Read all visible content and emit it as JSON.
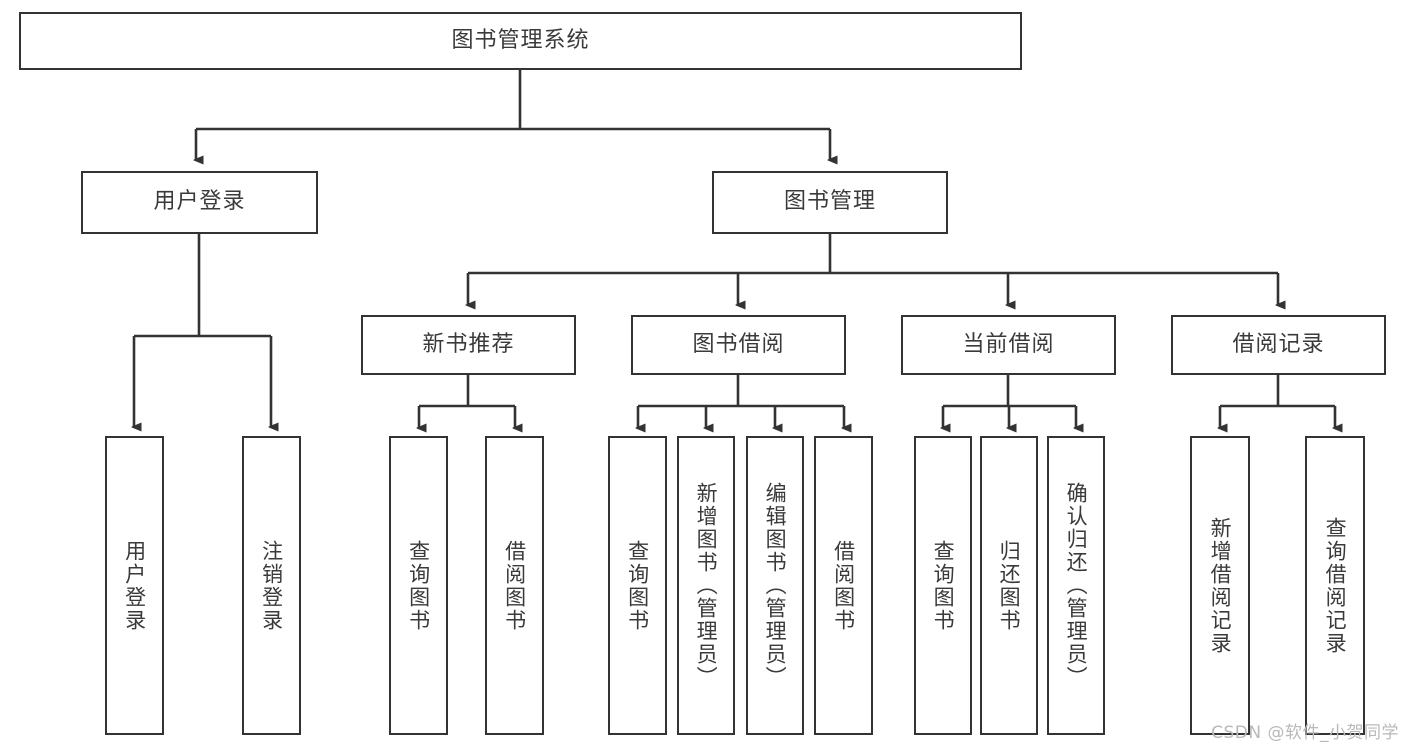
{
  "diagram": {
    "title": "图书管理系统",
    "watermark": "CSDN @软件_小贺同学",
    "colors": {
      "stroke": "#333333",
      "text": "#3a3a3a",
      "background": "#ffffff",
      "watermark": "#b9b9b9"
    },
    "nodes": {
      "root": {
        "label": "图书管理系统"
      },
      "level2": [
        {
          "id": "user-login",
          "label": "用户登录"
        },
        {
          "id": "book-management",
          "label": "图书管理"
        }
      ],
      "level3": [
        {
          "id": "new-book-recommend",
          "label": "新书推荐"
        },
        {
          "id": "book-borrow",
          "label": "图书借阅"
        },
        {
          "id": "current-borrow",
          "label": "当前借阅"
        },
        {
          "id": "borrow-record",
          "label": "借阅记录"
        }
      ],
      "leaves": {
        "user-login": [
          {
            "id": "leaf-user-login",
            "label": "用户登录"
          },
          {
            "id": "leaf-logout-login",
            "label": "注销登录"
          }
        ],
        "new-book-recommend": [
          {
            "id": "leaf-query-book-1",
            "label": "查询图书"
          },
          {
            "id": "leaf-borrow-book-1",
            "label": "借阅图书"
          }
        ],
        "book-borrow": [
          {
            "id": "leaf-query-book-2",
            "label": "查询图书"
          },
          {
            "id": "leaf-add-book",
            "label": "新增图书（管理员）"
          },
          {
            "id": "leaf-edit-book",
            "label": "编辑图书（管理员）"
          },
          {
            "id": "leaf-borrow-book-2",
            "label": "借阅图书"
          }
        ],
        "current-borrow": [
          {
            "id": "leaf-query-book-3",
            "label": "查询图书"
          },
          {
            "id": "leaf-return-book",
            "label": "归还图书"
          },
          {
            "id": "leaf-confirm-return",
            "label": "确认归还（管理员）"
          }
        ],
        "borrow-record": [
          {
            "id": "leaf-add-record",
            "label": "新增借阅记录"
          },
          {
            "id": "leaf-query-record",
            "label": "查询借阅记录"
          }
        ]
      }
    }
  }
}
